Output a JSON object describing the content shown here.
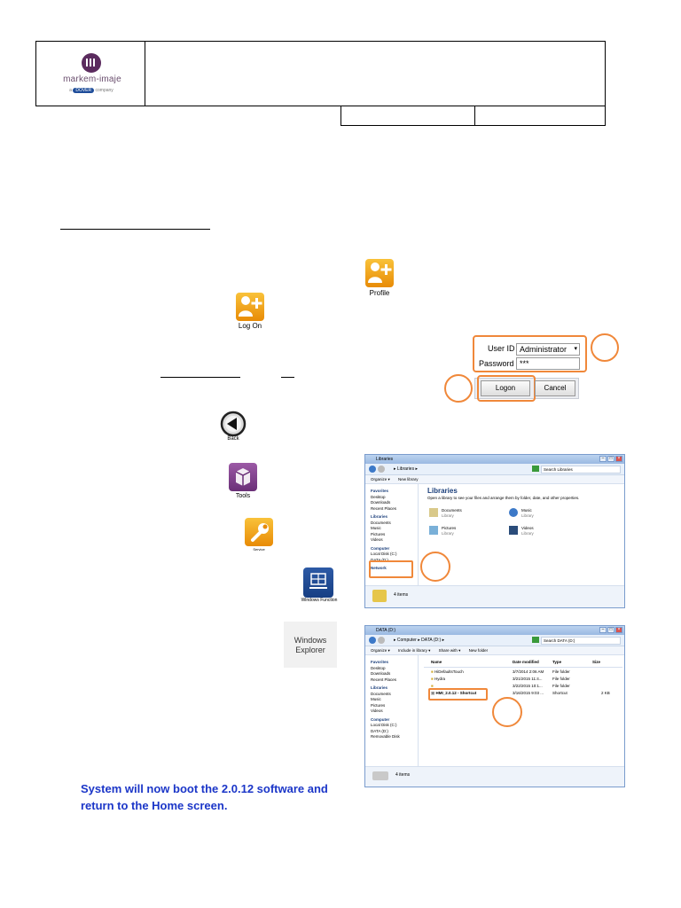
{
  "header": {
    "logo_text": "markem-imaje",
    "logo_sub_pre": "a",
    "logo_sub_brand": "DOVER",
    "logo_sub_post": "company"
  },
  "icons": {
    "profile_label": "Profile",
    "logon_label": "Log On",
    "back_label": "Back",
    "tools_label": "Tools",
    "service_label": "Service",
    "windows_function_label": "Windows Function",
    "windows_explorer_label_1": "Windows",
    "windows_explorer_label_2": "Explorer"
  },
  "login": {
    "userid_label": "User ID",
    "userid_value": "Administrator",
    "password_label": "Password",
    "password_value": "***",
    "logon_button": "Logon",
    "cancel_button": "Cancel"
  },
  "libraries_window": {
    "title": "Libraries",
    "address": "▸ Libraries ▸",
    "search": "Search Libraries",
    "toolbar": [
      "Organize ▾",
      "New library"
    ],
    "nav_favorites": "Favorites",
    "nav_favorites_items": [
      "Desktop",
      "Downloads",
      "Recent Places"
    ],
    "nav_libraries": "Libraries",
    "nav_libraries_items": [
      "Documents",
      "Music",
      "Pictures",
      "Videos"
    ],
    "nav_computer": "Computer",
    "nav_computer_items": [
      "Local Disk (C:)",
      "DATA (D:)"
    ],
    "nav_network": "Network",
    "heading": "Libraries",
    "subtitle": "Open a library to see your files and arrange them by folder, date, and other properties.",
    "libs": [
      {
        "name": "Documents",
        "type": "Library"
      },
      {
        "name": "Music",
        "type": "Library"
      },
      {
        "name": "Pictures",
        "type": "Library"
      },
      {
        "name": "Videos",
        "type": "Library"
      }
    ],
    "status": "4 items"
  },
  "data_window": {
    "title": "DATA (D:)",
    "address": "▸ Computer ▸ DATA (D:) ▸",
    "search": "Search DATA (D:)",
    "toolbar": [
      "Organize ▾",
      "Include in library ▾",
      "Share with ▾",
      "New folder"
    ],
    "nav_favorites": "Favorites",
    "nav_favorites_items": [
      "Desktop",
      "Downloads",
      "Recent Places"
    ],
    "nav_libraries": "Libraries",
    "nav_libraries_items": [
      "Documents",
      "Music",
      "Pictures",
      "Videos"
    ],
    "nav_computer": "Computer",
    "nav_computer_items": [
      "Local Disk (C:)",
      "DATA (D:)",
      "Removable Disk"
    ],
    "columns": [
      "Name",
      "Date modified",
      "Type",
      "Size"
    ],
    "rows": [
      {
        "name": "HiDefaultsTouch",
        "date": "3/7/2014 2:06 AM",
        "type": "File folder",
        "size": ""
      },
      {
        "name": "Hydra",
        "date": "3/21/2015 11:4...",
        "type": "File folder",
        "size": ""
      },
      {
        "name": "",
        "date": "3/22/2015 10:1...",
        "type": "File folder",
        "size": ""
      },
      {
        "name": "HMI_2.0.12 - Shortcut",
        "date": "3/16/2015 9:03 ...",
        "type": "Shortcut",
        "size": "2 KB"
      }
    ],
    "status": "4 items"
  },
  "note": {
    "line1": "System will now boot the 2.0.12 software and",
    "line2": "return to the Home screen."
  },
  "colors": {
    "accent_orange": "#f0883a",
    "note_blue": "#1b36c8",
    "logo_purple": "#5b2b5e"
  }
}
